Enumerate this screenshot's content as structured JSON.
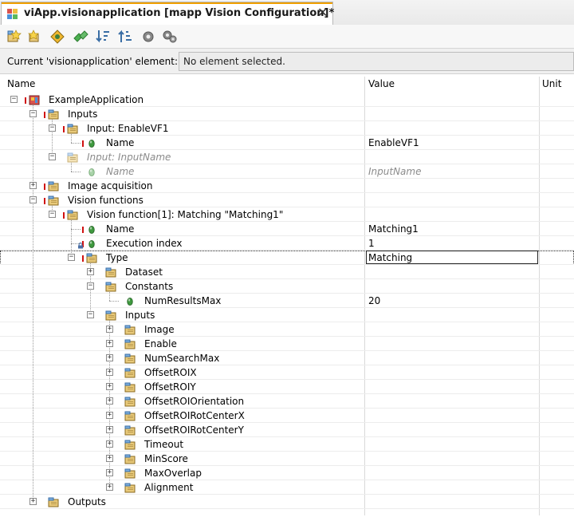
{
  "tab": {
    "title": "viApp.visionapplication [mapp Vision Configuration]*",
    "close_glyph": "✕",
    "icon": "vision-app-icon"
  },
  "toolbar": {
    "buttons": [
      {
        "name": "add-element-button",
        "icon": "add-element-icon"
      },
      {
        "name": "add-child-button",
        "icon": "add-child-icon"
      },
      {
        "name": "navigate-button",
        "icon": "navigate-icon"
      },
      {
        "name": "link-button",
        "icon": "link-icon"
      },
      {
        "name": "sort-descending-button",
        "icon": "sort-descending-icon"
      },
      {
        "name": "sort-ascending-button",
        "icon": "sort-ascending-icon"
      },
      {
        "name": "properties-button",
        "icon": "gear-icon"
      },
      {
        "name": "settings-button",
        "icon": "gears-icon"
      }
    ]
  },
  "current_element": {
    "label": "Current 'visionapplication' element:",
    "value": "No element selected."
  },
  "columns": {
    "name": "Name",
    "value": "Value",
    "unit": "Unit"
  },
  "tree": [
    {
      "depth": 0,
      "toggle": "−",
      "icon": "application-icon",
      "label": "ExampleApplication",
      "value": "",
      "required": true
    },
    {
      "depth": 1,
      "toggle": "−",
      "icon": "folder-icon",
      "label": "Inputs",
      "value": "",
      "required": true
    },
    {
      "depth": 2,
      "toggle": "−",
      "icon": "folder-icon",
      "label": "Input: EnableVF1",
      "value": "",
      "required": true
    },
    {
      "depth": 3,
      "toggle": "",
      "icon": "parameter-icon",
      "label": "Name",
      "value": "EnableVF1",
      "required": true
    },
    {
      "depth": 2,
      "toggle": "−",
      "icon": "folder-new-icon",
      "label": "Input: InputName",
      "value": "",
      "italic": true
    },
    {
      "depth": 3,
      "toggle": "",
      "icon": "parameter-new-icon",
      "label": "Name",
      "value": "InputName",
      "italic": true
    },
    {
      "depth": 1,
      "toggle": "+",
      "icon": "folder-icon",
      "label": "Image acquisition",
      "value": "",
      "required": true
    },
    {
      "depth": 1,
      "toggle": "−",
      "icon": "folder-icon",
      "label": "Vision functions",
      "value": "",
      "required": true
    },
    {
      "depth": 2,
      "toggle": "−",
      "icon": "folder-icon",
      "label": "Vision function[1]: Matching \"Matching1\"",
      "value": "",
      "required": true
    },
    {
      "depth": 3,
      "toggle": "",
      "icon": "parameter-icon",
      "label": "Name",
      "value": "Matching1",
      "required": true
    },
    {
      "depth": 3,
      "toggle": "",
      "icon": "parameter-icon",
      "label": "Execution index",
      "value": "1",
      "required": true,
      "locked": true
    },
    {
      "depth": 3,
      "toggle": "−",
      "icon": "folder-icon",
      "label": "Type",
      "value": "Matching",
      "required": true,
      "selected": true,
      "editing": true
    },
    {
      "depth": 4,
      "toggle": "+",
      "icon": "folder-icon",
      "label": "Dataset",
      "value": ""
    },
    {
      "depth": 4,
      "toggle": "−",
      "icon": "folder-icon",
      "label": "Constants",
      "value": ""
    },
    {
      "depth": 5,
      "toggle": "",
      "icon": "parameter-icon",
      "label": "NumResultsMax",
      "value": "20"
    },
    {
      "depth": 4,
      "toggle": "−",
      "icon": "folder-icon",
      "label": "Inputs",
      "value": ""
    },
    {
      "depth": 5,
      "toggle": "+",
      "icon": "folder-icon",
      "label": "Image",
      "value": ""
    },
    {
      "depth": 5,
      "toggle": "+",
      "icon": "folder-icon",
      "label": "Enable",
      "value": ""
    },
    {
      "depth": 5,
      "toggle": "+",
      "icon": "folder-icon",
      "label": "NumSearchMax",
      "value": ""
    },
    {
      "depth": 5,
      "toggle": "+",
      "icon": "folder-icon",
      "label": "OffsetROIX",
      "value": ""
    },
    {
      "depth": 5,
      "toggle": "+",
      "icon": "folder-icon",
      "label": "OffsetROIY",
      "value": ""
    },
    {
      "depth": 5,
      "toggle": "+",
      "icon": "folder-icon",
      "label": "OffsetROIOrientation",
      "value": ""
    },
    {
      "depth": 5,
      "toggle": "+",
      "icon": "folder-icon",
      "label": "OffsetROIRotCenterX",
      "value": ""
    },
    {
      "depth": 5,
      "toggle": "+",
      "icon": "folder-icon",
      "label": "OffsetROIRotCenterY",
      "value": ""
    },
    {
      "depth": 5,
      "toggle": "+",
      "icon": "folder-icon",
      "label": "Timeout",
      "value": ""
    },
    {
      "depth": 5,
      "toggle": "+",
      "icon": "folder-icon",
      "label": "MinScore",
      "value": ""
    },
    {
      "depth": 5,
      "toggle": "+",
      "icon": "folder-icon",
      "label": "MaxOverlap",
      "value": ""
    },
    {
      "depth": 5,
      "toggle": "+",
      "icon": "folder-icon",
      "label": "Alignment",
      "value": ""
    },
    {
      "depth": 1,
      "toggle": "+",
      "icon": "folder-icon",
      "label": "Outputs",
      "value": ""
    }
  ],
  "colors": {
    "accent": "#f0a000",
    "required_marker": "#d01010",
    "parameter_green": "#3f9a3f",
    "folder": "#e8c97a"
  }
}
